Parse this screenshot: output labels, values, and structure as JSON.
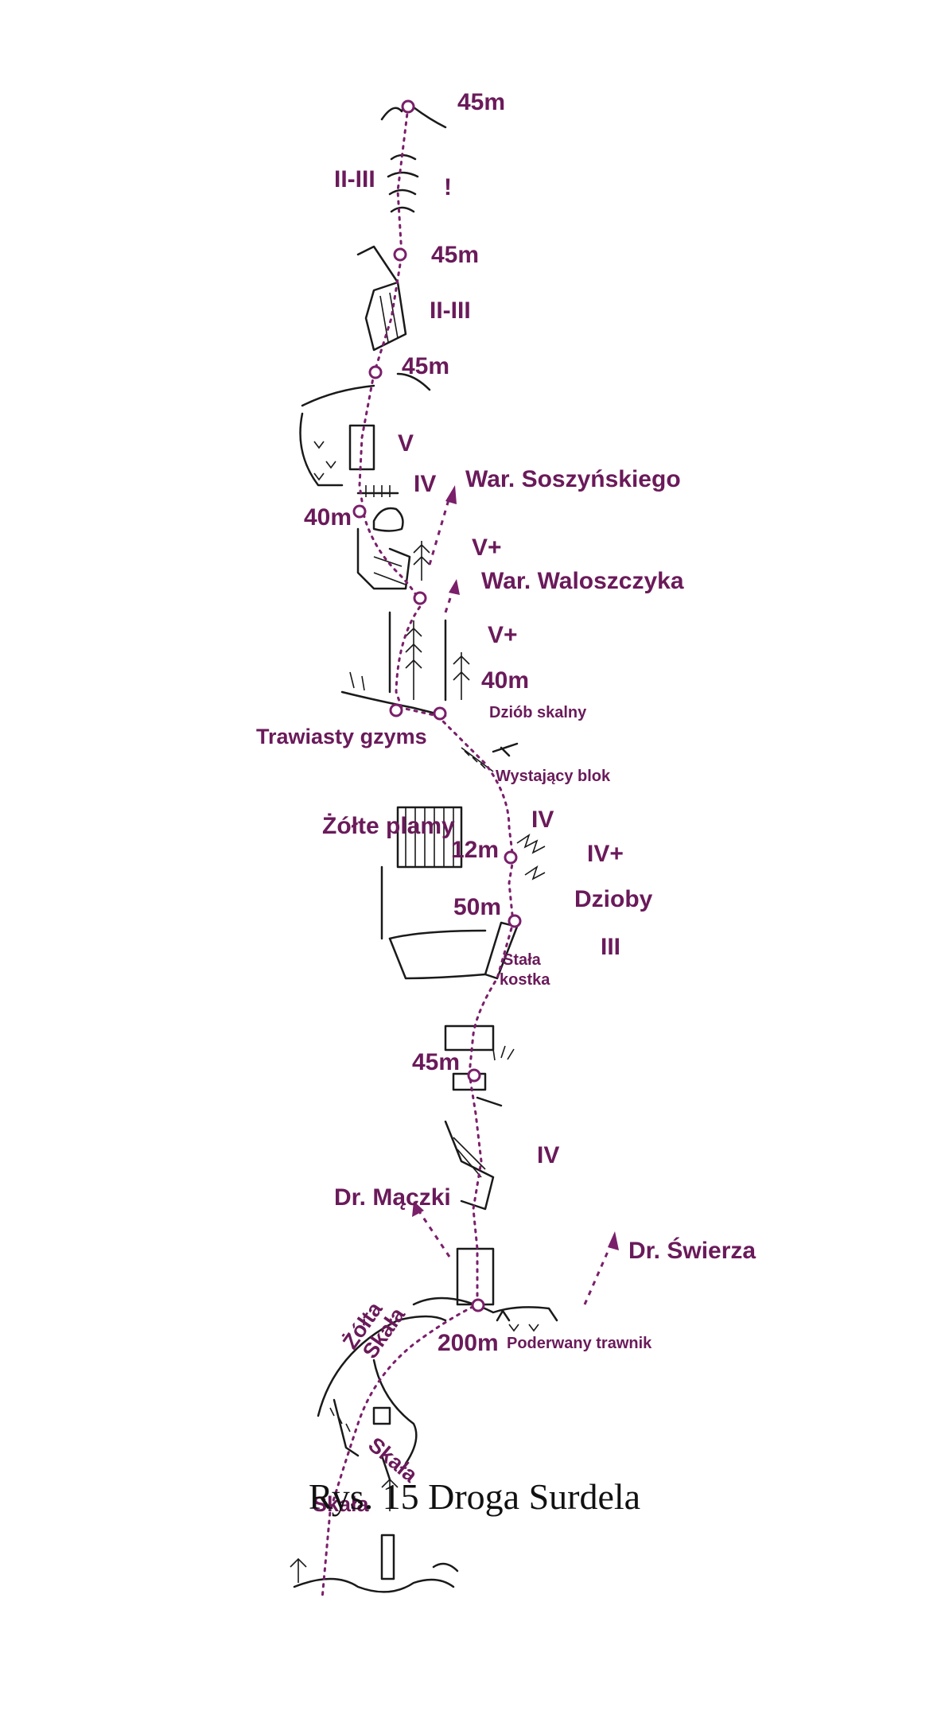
{
  "caption": "Rys. 15  Droga Surdela",
  "colors": {
    "route": "#7a1f6a",
    "rock": "#1a1a1a",
    "background": "#ffffff"
  },
  "labels": {
    "pitch_top": "45m",
    "grade_top": "II-III",
    "exclamation": "!",
    "pitch_2": "45m",
    "grade_2": "II-III",
    "pitch_3": "45m",
    "grade_v": "V",
    "grade_iv_1": "IV",
    "var_soszynski": "War. Soszyńskiego",
    "pitch_40_1": "40m",
    "grade_vplus_1": "V+",
    "var_waloszczyk": "War. Waloszczyka",
    "grade_vplus_2": "V+",
    "pitch_40_2": "40m",
    "dziob_skalny": "Dziób skalny",
    "trawiasty_gzyms": "Trawiasty gzyms",
    "wystajacy_blok": "Wystający blok",
    "zolte_plamy": "Żółte plamy",
    "grade_iv_2": "IV",
    "pitch_12": "12m",
    "grade_ivplus": "IV+",
    "pitch_50": "50m",
    "dzioby": "Dzioby",
    "grade_iii": "III",
    "stala_line1": "Stała",
    "stala_line2": "kostka",
    "pitch_45_low": "45m",
    "grade_iv_3": "IV",
    "dr_maczki": "Dr. Mączki",
    "dr_swierza": "Dr. Świerza",
    "zolta_line1": "Żółta",
    "zolta_line2": "Skała",
    "pitch_200": "200m",
    "poderwany": "Poderwany trawnik",
    "skala_1": "Skała",
    "skala_2": "Skała"
  }
}
